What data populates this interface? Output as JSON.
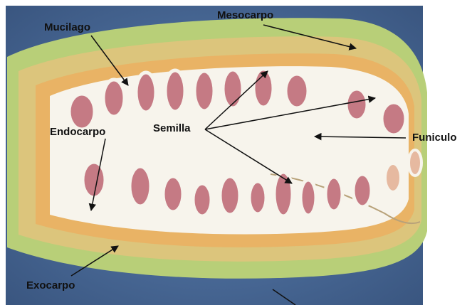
{
  "labels": {
    "mucilago": "Mucilago",
    "mesocarpo": "Mesocarpo",
    "endocarpo": "Endocarpo",
    "semilla": "Semilla",
    "funiculo": "Funiculo",
    "exocarpo": "Exocarpo"
  },
  "colors": {
    "background_blue": "#4a6e9e",
    "exocarp_green": "#b8cf78",
    "mesocarp_yellow": "#dcc57c",
    "endocarp_orange": "#e9b365",
    "mucilage_white": "#f7f4ec",
    "seed_pink": "#c57a84",
    "arrow": "#111111"
  }
}
